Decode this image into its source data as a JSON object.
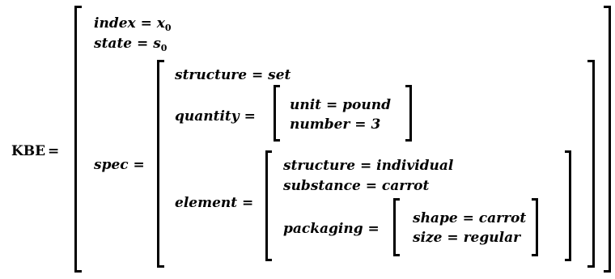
{
  "lhs": "KBE",
  "eq": "=",
  "outer": {
    "index": {
      "key": "index",
      "value": "x",
      "sub": "0"
    },
    "state": {
      "key": "state",
      "value": "s",
      "sub": "0"
    },
    "spec_key": "spec"
  },
  "spec": {
    "structure": {
      "key": "structure",
      "value": "set"
    },
    "quantity_key": "quantity",
    "quantity": {
      "unit": {
        "key": "unit",
        "value": "pound"
      },
      "number": {
        "key": "number",
        "value": "3"
      }
    },
    "element_key": "element",
    "element": {
      "structure": {
        "key": "structure",
        "value": "individual"
      },
      "substance": {
        "key": "substance",
        "value": "carrot"
      },
      "packaging_key": "packaging",
      "packaging": {
        "shape": {
          "key": "shape",
          "value": "carrot"
        },
        "size": {
          "key": "size",
          "value": "regular"
        }
      }
    }
  }
}
